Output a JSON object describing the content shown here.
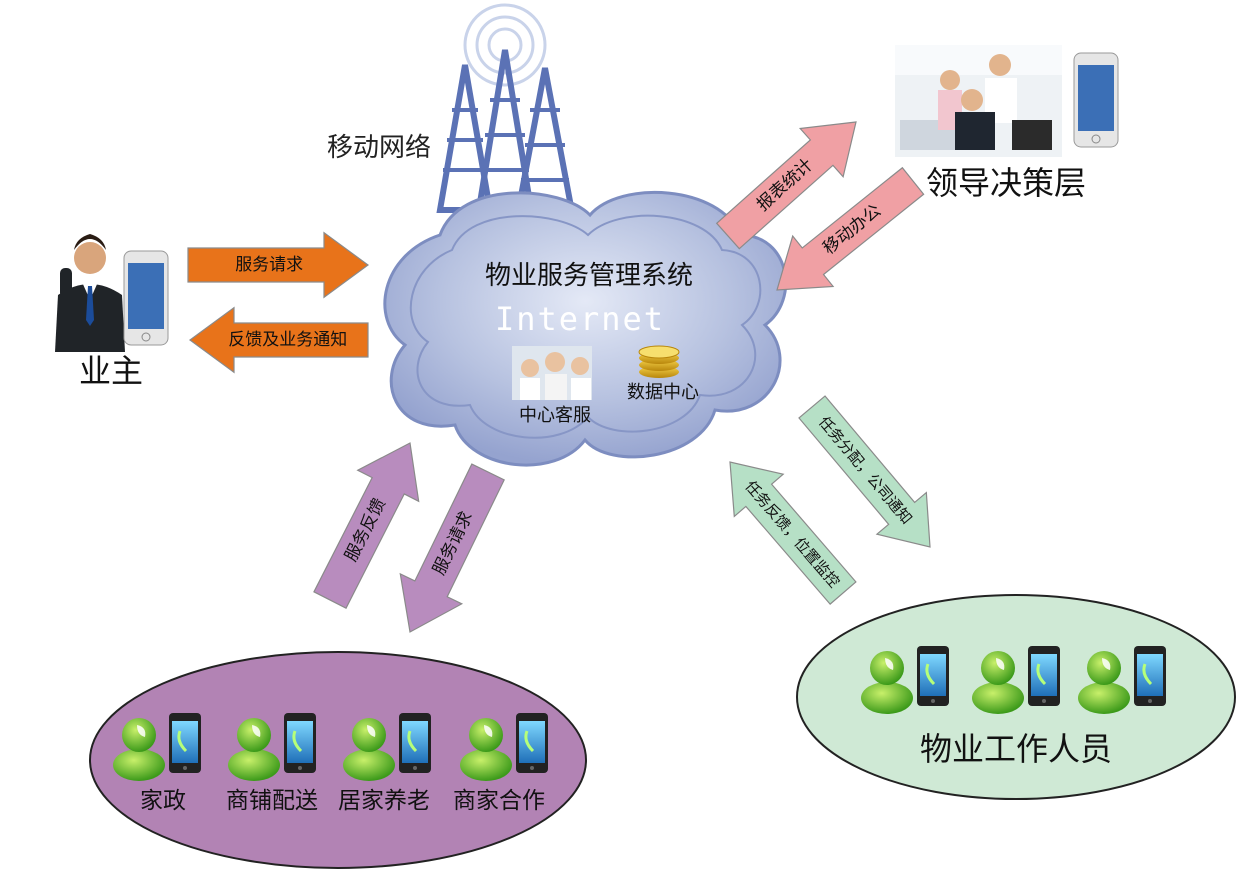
{
  "network": {
    "label": "移动网络"
  },
  "cloud": {
    "title": "物业服务管理系统",
    "subtitle": "Internet",
    "service_label": "中心客服",
    "datacenter_label": "数据中心"
  },
  "owner": {
    "label": "业主",
    "arrow_request": "服务请求",
    "arrow_feedback": "反馈及业务通知"
  },
  "leadership": {
    "label": "领导决策层",
    "arrow_report": "报表统计",
    "arrow_office": "移动办公"
  },
  "services": {
    "arrow_feedback": "服务反馈",
    "arrow_request": "服务请求",
    "items": [
      "家政",
      "商铺配送",
      "居家养老",
      "商家合作"
    ]
  },
  "staff": {
    "label": "物业工作人员",
    "arrow_assign": "任务分配，公司通知",
    "arrow_feedback": "任务反馈，位置监控"
  },
  "colors": {
    "orange": "#e8731a",
    "pink": "#f0a0a4",
    "purple": "#b88cbe",
    "green": "#b6e0c6",
    "cloud": "#a9b5d8",
    "ellipse_purple": "#b283b4",
    "ellipse_green": "#cfe9d5"
  }
}
